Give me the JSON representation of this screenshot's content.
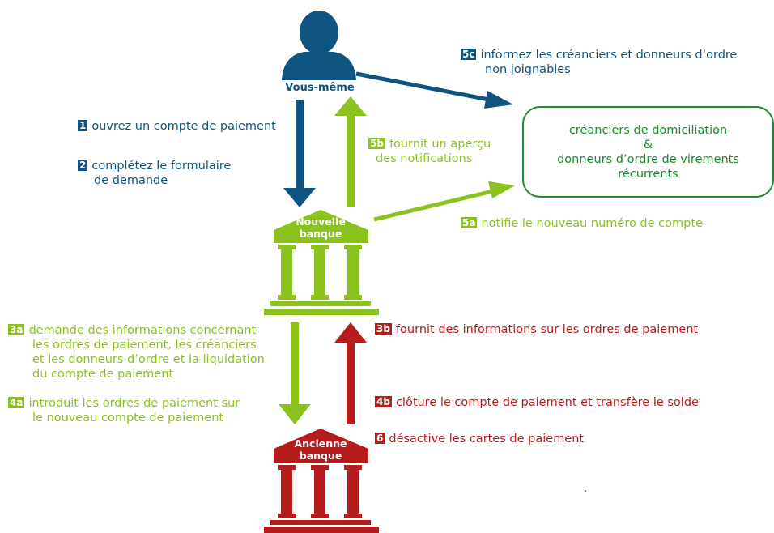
{
  "colors": {
    "blue": "#0f5481",
    "lime": "#8cc21e",
    "red": "#b71c1c",
    "green": "#1a8c2f"
  },
  "person": {
    "icon": "person-icon",
    "label": "Vous-même"
  },
  "new_bank": {
    "icon": "bank-icon",
    "line1": "Nouvelle",
    "line2": "banque"
  },
  "old_bank": {
    "icon": "bank-icon",
    "line1": "Ancienne",
    "line2": "banque"
  },
  "target_box": {
    "line1": "créanciers de domiciliation",
    "line2": "&",
    "line3": "donneurs d’ordre de virements",
    "line4": "récurrents"
  },
  "steps": {
    "s1": {
      "badge": "1",
      "line1": "ouvrez un compte de paiement"
    },
    "s2": {
      "badge": "2",
      "line1": "complétez le formulaire",
      "line2": "de demande"
    },
    "s5c": {
      "badge": "5c",
      "line1": "informez les créanciers et donneurs d’ordre",
      "line2": "non joignables"
    },
    "s5b": {
      "badge": "5b",
      "line1": "fournit un aperçu",
      "line2": "des notifications"
    },
    "s5a": {
      "badge": "5a",
      "line1": "notifie le nouveau numéro de compte"
    },
    "s3a": {
      "badge": "3a",
      "line1": "demande des informations concernant",
      "line2": "les ordres de paiement, les créanciers",
      "line3": "et les donneurs d’ordre et la liquidation",
      "line4": "du compte de paiement"
    },
    "s4a": {
      "badge": "4a",
      "line1": "introduit les ordres de paiement sur",
      "line2": "le nouveau compte de paiement"
    },
    "s3b": {
      "badge": "3b",
      "line1": "fournit des informations sur les ordres de paiement"
    },
    "s4b": {
      "badge": "4b",
      "line1": "clôture le compte de paiement et transfère le solde"
    },
    "s6": {
      "badge": "6",
      "line1": "désactive les cartes de paiement"
    }
  }
}
